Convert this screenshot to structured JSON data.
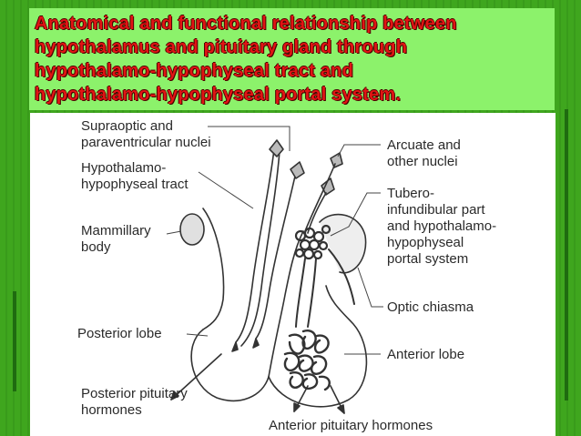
{
  "title_lines": [
    "Anatomical and functional relationship between",
    "hypothalamus and pituitary gland through",
    "hypothalamo-hypophyseal tract and",
    "hypothalamo-hypophyseal portal system."
  ],
  "labels": {
    "supraoptic_1": "Supraoptic and",
    "supraoptic_2": "paraventricular nuclei",
    "tract_1": "Hypothalamo-",
    "tract_2": "hypophyseal tract",
    "mammillary_1": "Mammillary",
    "mammillary_2": "body",
    "posterior_lobe": "Posterior lobe",
    "posterior_hormones_1": "Posterior pituitary",
    "posterior_hormones_2": "hormones",
    "arcuate_1": "Arcuate and",
    "arcuate_2": "other nuclei",
    "tubero_1": "Tubero-",
    "tubero_2": "infundibular part",
    "tubero_3": "and hypothalamo-",
    "tubero_4": "hypophyseal",
    "tubero_5": "portal system",
    "optic": "Optic chiasma",
    "anterior_lobe": "Anterior lobe",
    "anterior_hormones": "Anterior pituitary hormones"
  },
  "colors": {
    "background": "#3fa61e",
    "title_box": "#8cf26b",
    "title_text": "#e11414"
  }
}
